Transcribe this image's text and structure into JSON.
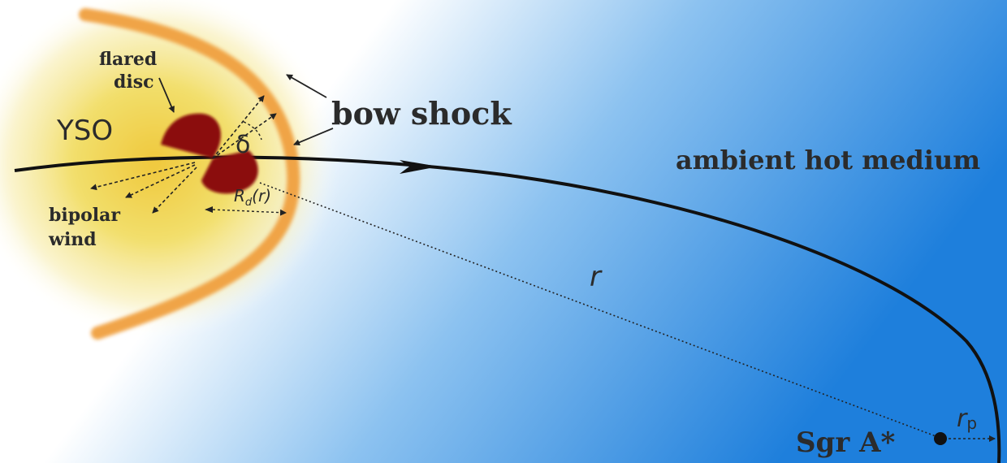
{
  "labels": {
    "flared_disc_line1": "flared",
    "flared_disc_line2": "disc",
    "yso": "YSO",
    "delta": "δ",
    "bow_shock": "bow shock",
    "ambient_medium": "ambient hot medium",
    "bipolar_wind_line1": "bipolar",
    "bipolar_wind_line2": "wind",
    "disc_radius_main": "R",
    "disc_radius_sub": "d",
    "disc_radius_arg": "(r)",
    "distance": "r",
    "pericentre_main": "r",
    "pericentre_sub": "p",
    "black_hole": "Sgr A*"
  },
  "colors": {
    "background_light": "#ffffff",
    "background_blue": "#1e7fdc",
    "yso_glow": "#f2e06a",
    "bow_shock": "#f0a040",
    "disc": "#8b0a0a",
    "orbit": "#111111"
  }
}
